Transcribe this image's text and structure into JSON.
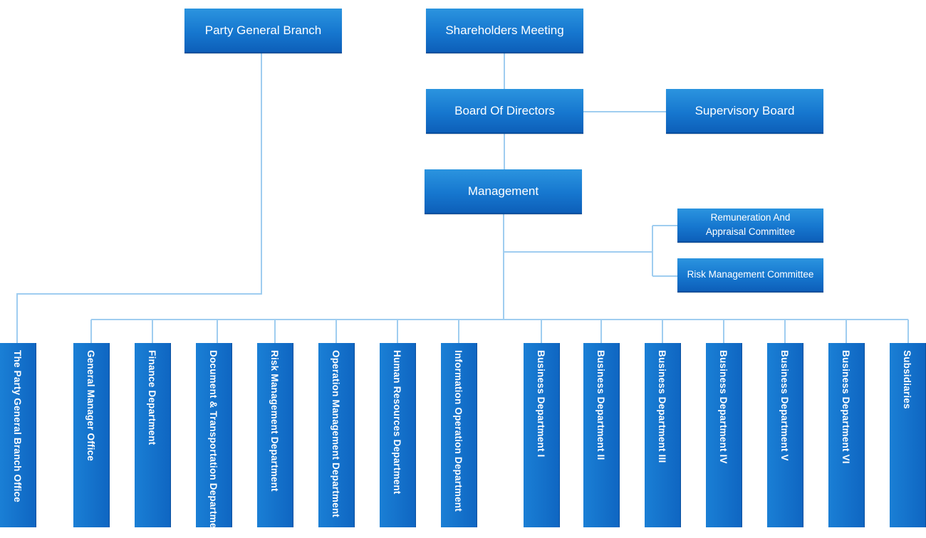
{
  "colors": {
    "box_gradient_top": "#2b94df",
    "box_gradient_bottom": "#0d5fb9",
    "connector": "#9fcdf0",
    "text": "#ffffff"
  },
  "top": {
    "party_general_branch": "Party General Branch",
    "shareholders_meeting": "Shareholders Meeting",
    "board_of_directors": "Board Of Directors",
    "supervisory_board": "Supervisory Board",
    "management": "Management"
  },
  "committees": {
    "remuneration_line1": "Remuneration And",
    "remuneration_line2": "Appraisal Committee",
    "risk_management": "Risk Management Committee"
  },
  "departments": [
    "The Party General Branch Office",
    "General Manager Office",
    "Finance Department",
    "Document & Transportation Department",
    "Risk Management Department",
    "Operation Management Department",
    "Human Resources Department",
    "Information Operation Department",
    "Business Department I",
    "Business Department II",
    "Business Department III",
    "Business Department IV",
    "Business Department V",
    "Business Department VI",
    "Subsidiaries"
  ]
}
